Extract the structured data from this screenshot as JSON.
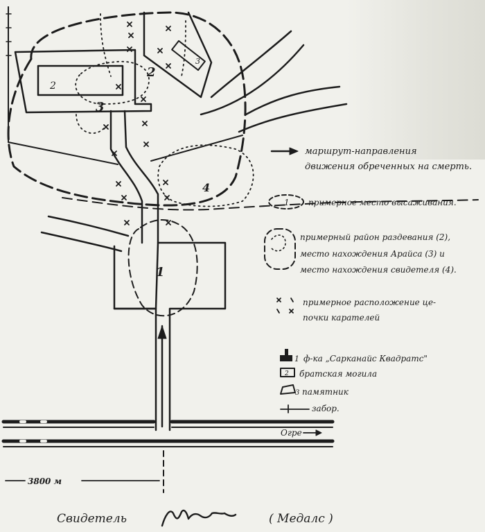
{
  "zone_labels": {
    "zone_1": "1",
    "zone_2_left": "2",
    "zone_2_right": "2",
    "zone_3": "3",
    "zone_3_small": "3",
    "zone_4": "4"
  },
  "map_labels": {
    "distance": "3800 м",
    "ogre": "Огре"
  },
  "legend": {
    "route": [
      "маршрут-направления",
      "движения обреченных на смерть."
    ],
    "boarding": {
      "symbol": "1",
      "text": "примерное место высаживания."
    },
    "areas": [
      "примерный район раздевания (2),",
      "место нахождения Арайса (3) и",
      "место нахождения свидетеля (4)."
    ],
    "cordon": [
      "примерное расположение це-",
      "почки карателей"
    ],
    "factory": {
      "symbol": "1",
      "text": "ф-ка „Сарканайс Квадратс\""
    },
    "grave": {
      "symbol": "2",
      "text": "братская могила"
    },
    "monument": {
      "symbol": "3",
      "text": "памятник"
    },
    "fence": "забор."
  },
  "footer": {
    "witness_label": "Свидетель",
    "name": "( Медалс )"
  }
}
